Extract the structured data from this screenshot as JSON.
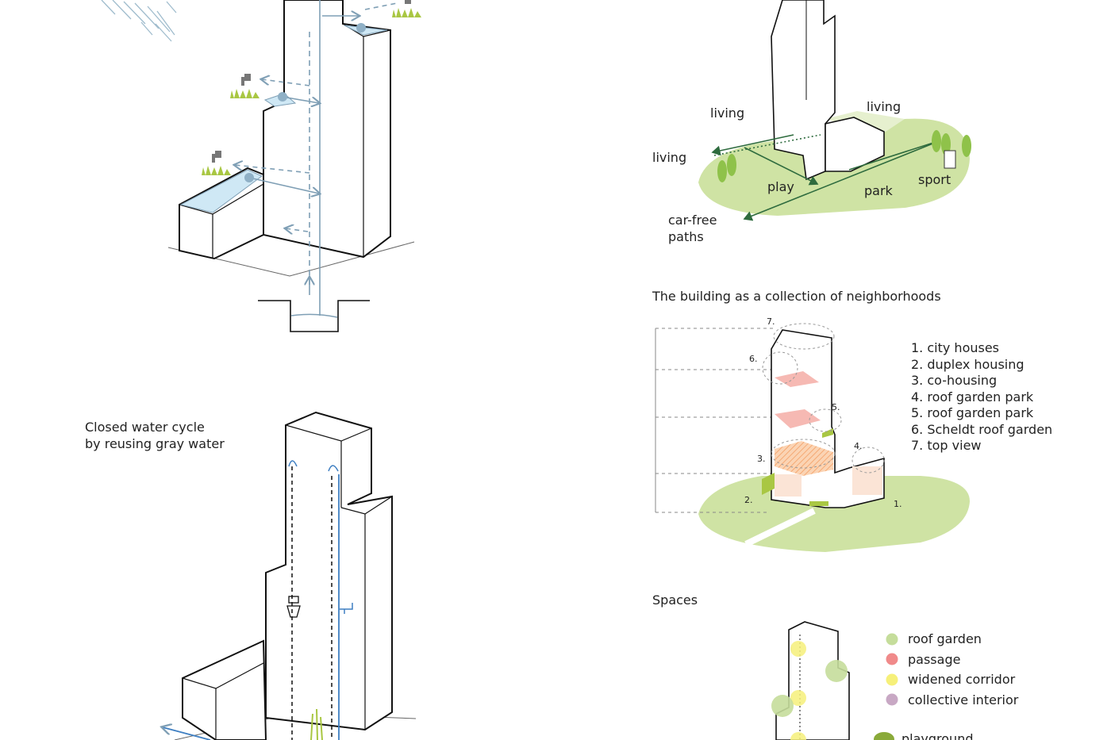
{
  "water_diagram": {
    "caption_line1": "Closed water cycle",
    "caption_line2": "by reusing gray water"
  },
  "program_diagram": {
    "labels": {
      "living_left": "living",
      "living_mid": "living",
      "living_right": "living",
      "play": "play",
      "park": "park",
      "sport": "sport",
      "car_free_1": "car-free",
      "car_free_2": "paths"
    }
  },
  "neighborhoods": {
    "title": "The building as a collection of neighborhoods",
    "items": [
      "1. city houses",
      "2. duplex housing",
      "3. co-housing",
      "4. roof garden park",
      "5. roof garden park",
      "6. Scheldt roof garden",
      "7. top view"
    ],
    "markers": [
      "1.",
      "2.",
      "3.",
      "4.",
      "5.",
      "6.",
      "7."
    ]
  },
  "spaces": {
    "title": "Spaces",
    "legend": [
      {
        "label": "roof garden",
        "color": "#c5dd9b"
      },
      {
        "label": "passage",
        "color": "#f08a8a"
      },
      {
        "label": "widened corridor",
        "color": "#f6f07a"
      },
      {
        "label": "collective interior",
        "color": "#c8a8c4"
      },
      {
        "label": "playground",
        "color": "#8aaa3a"
      }
    ]
  },
  "colors": {
    "water_line": "#7f9fb5",
    "water_fill": "#cfe8f5",
    "grass": "#a9c743",
    "park_green": "#cfe3a4",
    "path_green": "#2e6b3e",
    "orange_hatch": "#f7a970",
    "pink_floor": "#f4a7a0"
  }
}
